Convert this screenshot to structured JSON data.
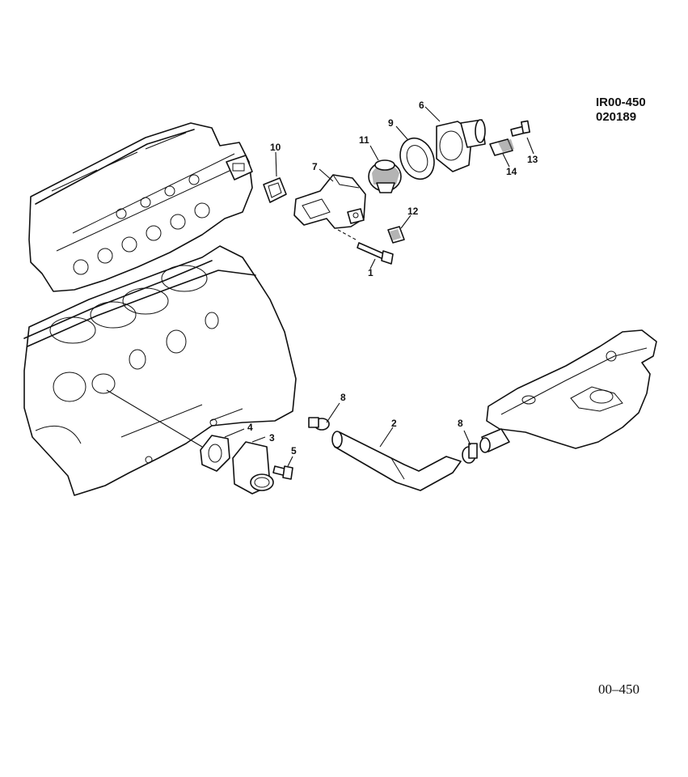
{
  "drawing": {
    "codes": [
      "IR00-450",
      "020189"
    ],
    "footer": "00–450",
    "callouts": [
      "1",
      "2",
      "3",
      "4",
      "5",
      "6",
      "7",
      "8",
      "8",
      "9",
      "10",
      "11",
      "12",
      "13",
      "14"
    ]
  }
}
